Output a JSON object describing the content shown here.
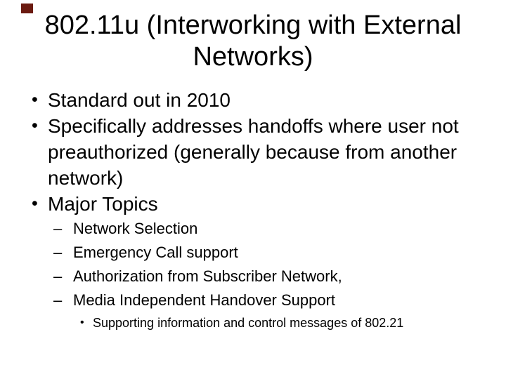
{
  "slide": {
    "accent": {
      "color": "#6B1A10",
      "css": "background-color:#6B1A10"
    },
    "title": {
      "line1": "802.11u (Interworking with External",
      "line2": "Networks)"
    },
    "rows": [
      {
        "level": 1,
        "marker": "•",
        "text": "Standard out in 2010"
      },
      {
        "level": 1,
        "marker": "•",
        "text": "Specifically addresses handoffs where user not"
      },
      {
        "level": 1,
        "marker": "",
        "text": "preauthorized (generally because from another"
      },
      {
        "level": 1,
        "marker": "",
        "text": "network)"
      },
      {
        "level": 1,
        "marker": "•",
        "text": "Major Topics"
      },
      {
        "level": 2,
        "marker": "–",
        "text": "Network Selection"
      },
      {
        "level": 2,
        "marker": "–",
        "text": "Emergency Call support"
      },
      {
        "level": 2,
        "marker": "–",
        "text": "Authorization from Subscriber Network,"
      },
      {
        "level": 2,
        "marker": "–",
        "text": "Media Independent Handover Support"
      },
      {
        "level": 3,
        "marker": "•",
        "text": "Supporting information and control messages of 802.21"
      }
    ]
  }
}
